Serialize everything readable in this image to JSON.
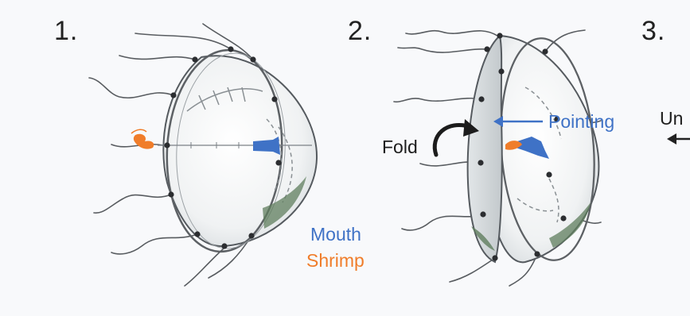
{
  "panels": [
    {
      "number": "1."
    },
    {
      "number": "2."
    },
    {
      "number": "3."
    }
  ],
  "labels": {
    "mouth": "Mouth",
    "shrimp": "Shrimp",
    "fold": "Fold",
    "pointing": "Pointing",
    "panel3_partial": "Un"
  },
  "colors": {
    "mouth": "#3f72c6",
    "shrimp": "#f07d2a",
    "bell_outline": "#555a5f",
    "tentacle": "#585c60",
    "node": "#2b2d30",
    "muscle_green": "#5f7d5e"
  }
}
